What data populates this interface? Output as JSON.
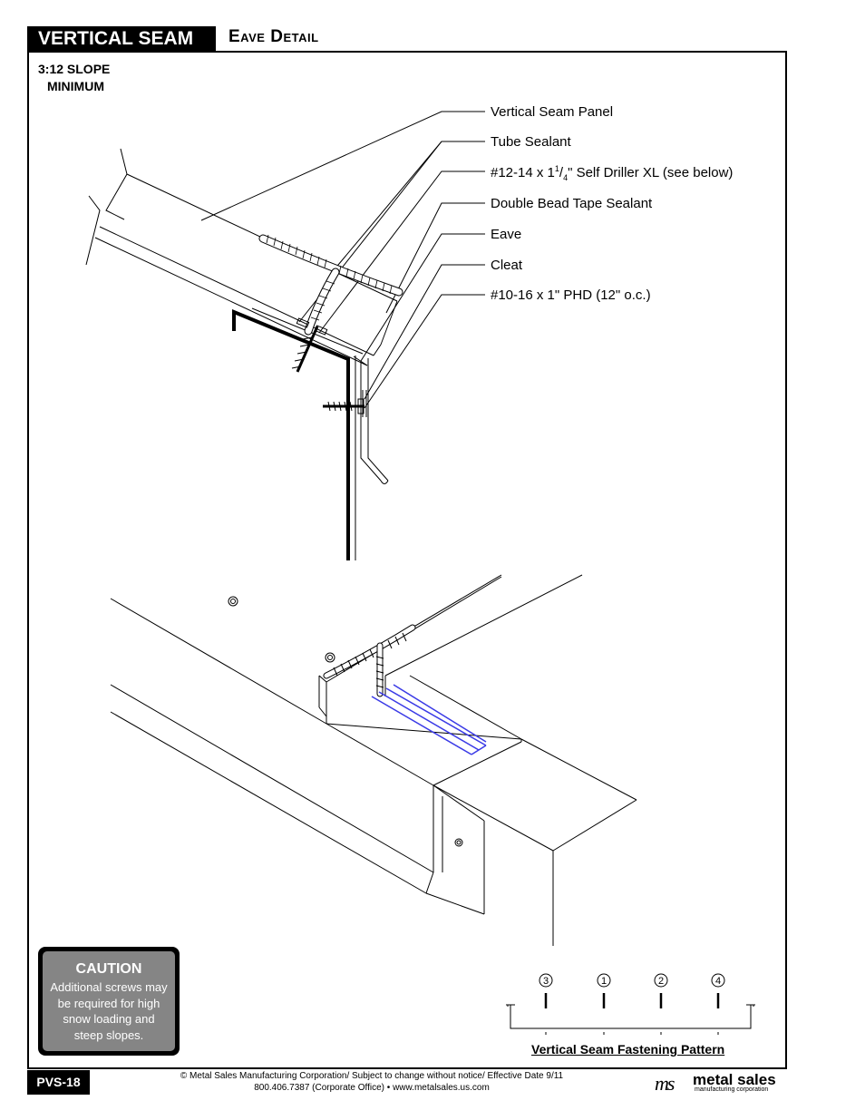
{
  "header": {
    "title": "VERTICAL SEAM",
    "subtitle": "Eave Detail"
  },
  "slope_note": {
    "line1": "3:12 SLOPE",
    "line2": "MINIMUM"
  },
  "callouts": {
    "panel": "Vertical Seam Panel",
    "tube_sealant": "Tube Sealant",
    "self_driller_pre": "#12-14 x 1",
    "self_driller_num": "1",
    "self_driller_den": "4",
    "self_driller_post": "\" Self Driller XL (see below)",
    "tape_sealant": "Double Bead Tape Sealant",
    "eave": "Eave",
    "cleat": "Cleat",
    "phd": "#10-16 x 1\" PHD (12\" o.c.)"
  },
  "caution": {
    "title": "CAUTION",
    "body": "Additional screws may be required for high snow loading and steep slopes."
  },
  "fastening_pattern": {
    "title": "Vertical Seam Fastening Pattern",
    "screw_numbers": [
      "3",
      "1",
      "2",
      "4"
    ]
  },
  "footer": {
    "page_id": "PVS-18",
    "line1": "© Metal Sales Manufacturing Corporation/ Subject to change without notice/ Effective Date 9/11",
    "line2": "800.406.7387 (Corporate Office) • www.metalsales.us.com"
  },
  "logo": {
    "mark": "ms",
    "name": "metal sales",
    "tagline": "manufacturing corporation"
  },
  "colors": {
    "tape_blue": "#3a3ae6",
    "caution_fill": "#858585"
  }
}
